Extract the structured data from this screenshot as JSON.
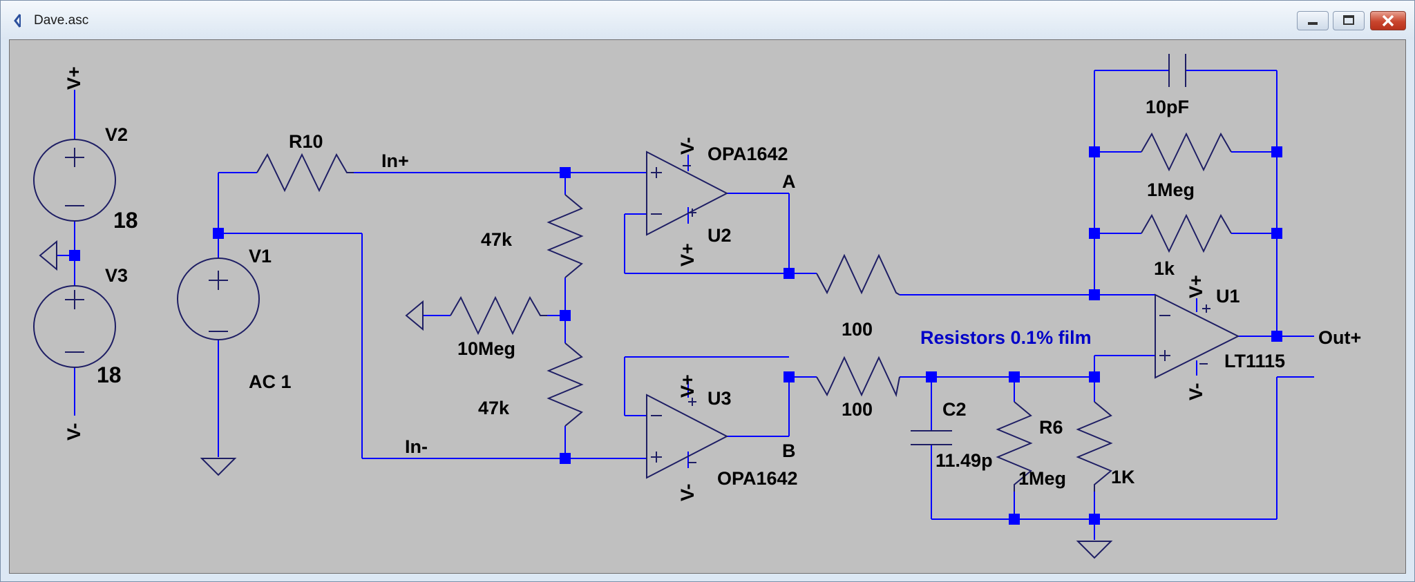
{
  "window": {
    "title": "Dave.asc"
  },
  "colors": {
    "wire": "#0000ff",
    "canvas": "#c0c0c0",
    "node": "#0000ff",
    "symbol": "#1e1e64",
    "text": "#000000",
    "comment": "#0000c8"
  },
  "labels": {
    "vplus_top": "V+",
    "v2": "V2",
    "v2_value": "18",
    "v3": "V3",
    "v3_value": "18",
    "vminus_bottom": "V-",
    "r10": "R10",
    "v1": "V1",
    "v1_value": "AC 1",
    "net_in_plus": "In+",
    "net_in_minus": "In-",
    "r_47k_top": "47k",
    "r_10meg": "10Meg",
    "r_47k_bottom": "47k",
    "u2": "U2",
    "u2_model": "OPA1642",
    "u2_vminus": "V-",
    "u2_vplus": "V+",
    "u3": "U3",
    "u3_model": "OPA1642",
    "u3_vplus": "V+",
    "u3_vminus": "V-",
    "net_a": "A",
    "net_b": "B",
    "r_100_top": "100",
    "r_100_bottom": "100",
    "comment": "Resistors 0.1% film",
    "c_10pf": "10pF",
    "r_1meg_fb": "1Meg",
    "r_1k_fb": "1k",
    "u1": "U1",
    "u1_model": "LT1115",
    "u1_vplus": "V+",
    "u1_vminus": "V-",
    "out": "Out+",
    "c2": "C2",
    "c2_value": "11.49p",
    "r6": "R6",
    "r6_value": "1Meg",
    "r_1k_gnd": "1K"
  }
}
